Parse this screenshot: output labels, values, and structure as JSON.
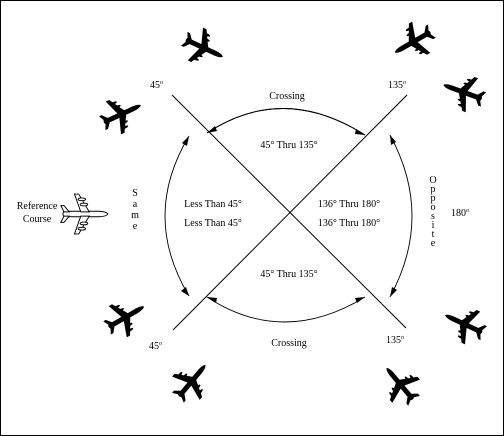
{
  "course_lines": {
    "upper_left": "45",
    "upper_right": "135",
    "lower_left": "45",
    "lower_right": "135",
    "degree_mark": "o"
  },
  "right_angle": {
    "value": "180",
    "degree_mark": "o"
  },
  "reference": {
    "line1": "Reference",
    "line2": "Course"
  },
  "regions": {
    "top": {
      "arc_label": "Crossing",
      "range_label": "45° Thru 135°"
    },
    "bottom": {
      "arc_label": "Crossing",
      "range_label": "45°  Thru 135°"
    },
    "left": {
      "vertical_label": [
        "S",
        "a",
        "m",
        "e"
      ],
      "range_line1": "Less Than 45°",
      "range_line2": "Less Than 45°"
    },
    "right": {
      "vertical_label": [
        "O",
        "p",
        "p",
        "o",
        "s",
        "i",
        "t",
        "e"
      ],
      "range_line1": "136° Thru 180°",
      "range_line2": "136° Thru 180°"
    }
  },
  "icons": {
    "reference_aircraft": "airliner-outline-icon",
    "other_aircraft": "airliner-silhouette-icon"
  }
}
